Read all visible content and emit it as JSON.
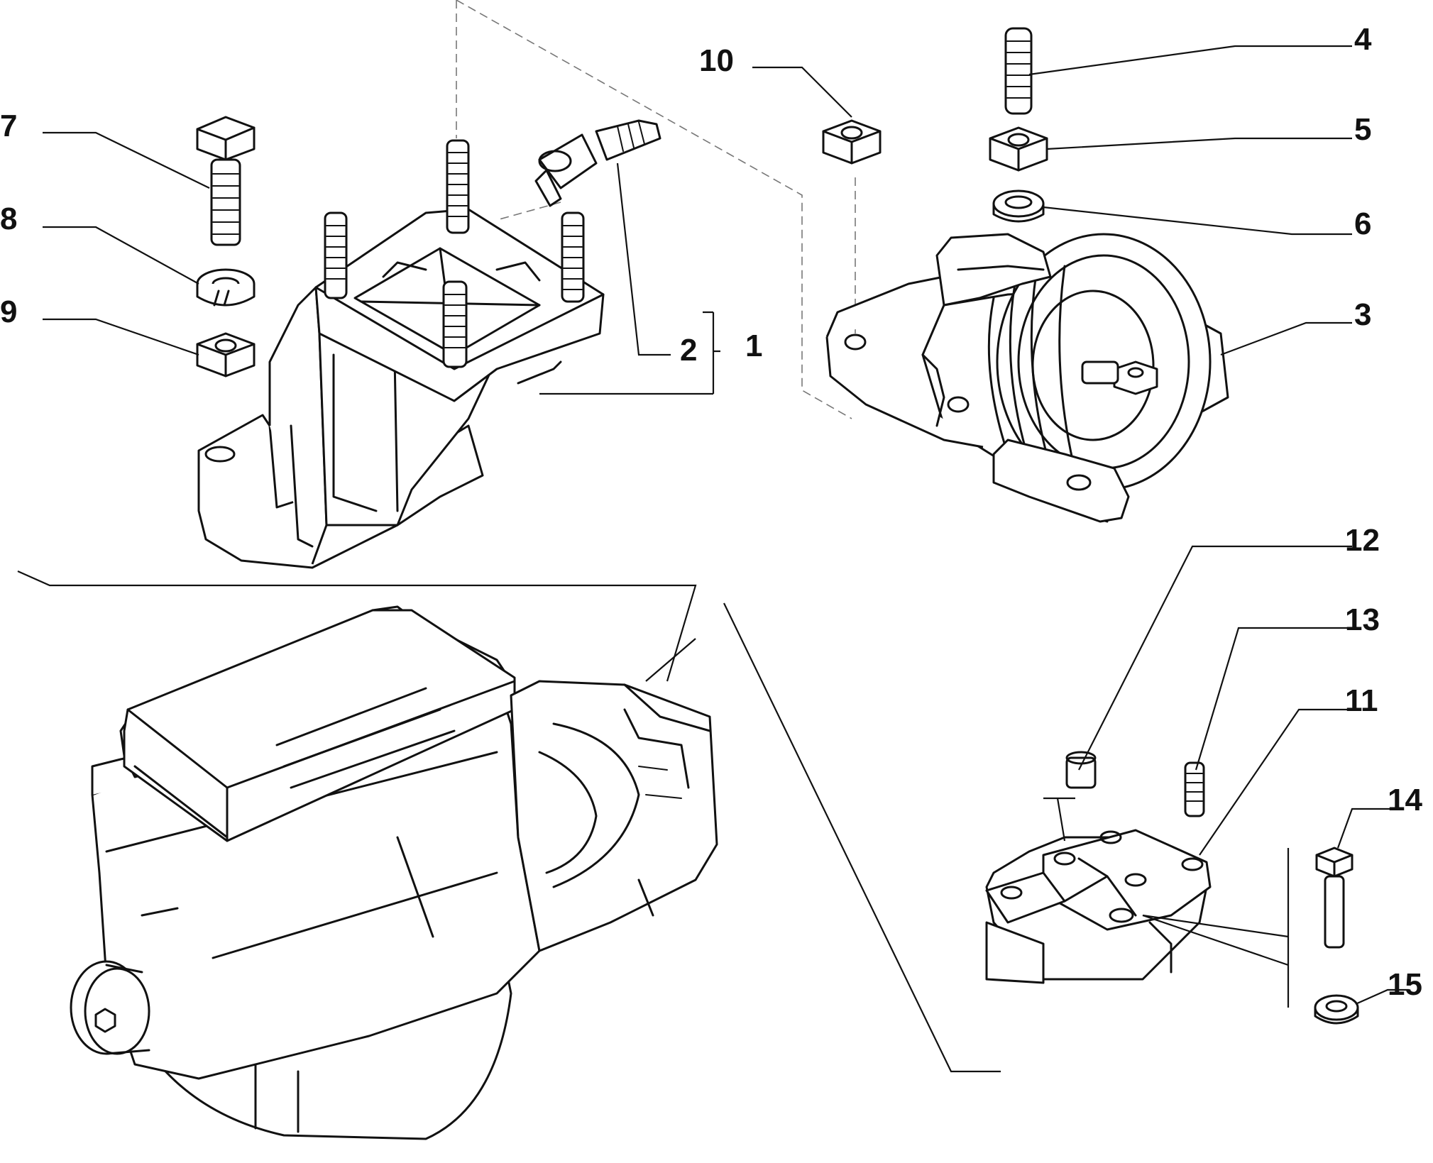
{
  "callouts": {
    "c1": "1",
    "c2": "2",
    "c3": "3",
    "c4": "4",
    "c5": "5",
    "c6": "6",
    "c7": "7",
    "c8": "8",
    "c9": "9",
    "c10": "10",
    "c11": "11",
    "c12": "12",
    "c13": "13",
    "c14": "14",
    "c15": "15"
  },
  "colors": {
    "line": "#111111",
    "background": "#ffffff",
    "dash": "#777777"
  }
}
